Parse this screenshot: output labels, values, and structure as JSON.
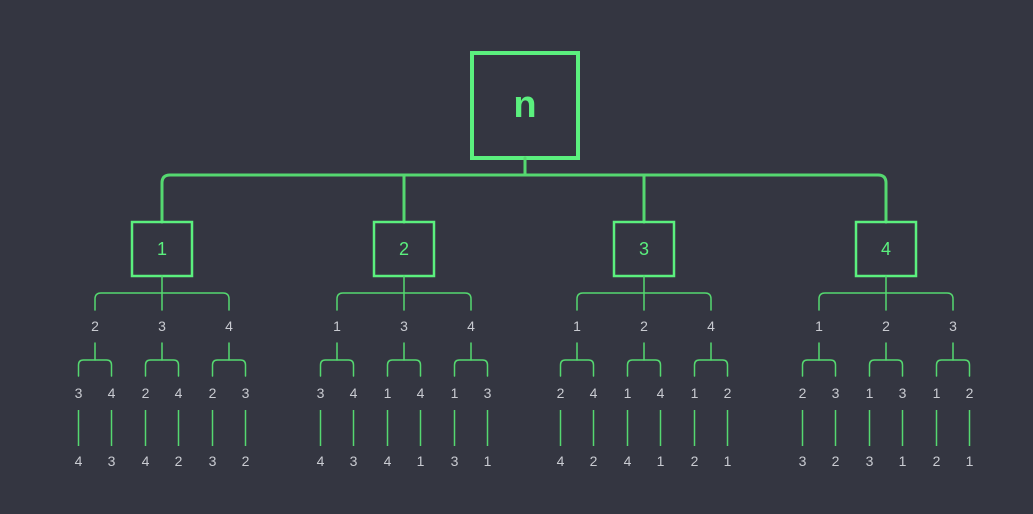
{
  "colors": {
    "background": "#343641",
    "green": "#5BF07E",
    "green_line": "#55D870",
    "label": "#C9CBD1"
  },
  "tree": {
    "root": "n",
    "children": [
      {
        "label": "1",
        "children": [
          {
            "label": "2",
            "children": [
              {
                "label": "3",
                "leaf": "4"
              },
              {
                "label": "4",
                "leaf": "3"
              }
            ]
          },
          {
            "label": "3",
            "children": [
              {
                "label": "2",
                "leaf": "4"
              },
              {
                "label": "4",
                "leaf": "2"
              }
            ]
          },
          {
            "label": "4",
            "children": [
              {
                "label": "2",
                "leaf": "3"
              },
              {
                "label": "3",
                "leaf": "2"
              }
            ]
          }
        ]
      },
      {
        "label": "2",
        "children": [
          {
            "label": "1",
            "children": [
              {
                "label": "3",
                "leaf": "4"
              },
              {
                "label": "4",
                "leaf": "3"
              }
            ]
          },
          {
            "label": "3",
            "children": [
              {
                "label": "1",
                "leaf": "4"
              },
              {
                "label": "4",
                "leaf": "1"
              }
            ]
          },
          {
            "label": "4",
            "children": [
              {
                "label": "1",
                "leaf": "3"
              },
              {
                "label": "3",
                "leaf": "1"
              }
            ]
          }
        ]
      },
      {
        "label": "3",
        "children": [
          {
            "label": "1",
            "children": [
              {
                "label": "2",
                "leaf": "4"
              },
              {
                "label": "4",
                "leaf": "2"
              }
            ]
          },
          {
            "label": "2",
            "children": [
              {
                "label": "1",
                "leaf": "4"
              },
              {
                "label": "4",
                "leaf": "1"
              }
            ]
          },
          {
            "label": "4",
            "children": [
              {
                "label": "1",
                "leaf": "2"
              },
              {
                "label": "2",
                "leaf": "1"
              }
            ]
          }
        ]
      },
      {
        "label": "4",
        "children": [
          {
            "label": "1",
            "children": [
              {
                "label": "2",
                "leaf": "3"
              },
              {
                "label": "3",
                "leaf": "2"
              }
            ]
          },
          {
            "label": "2",
            "children": [
              {
                "label": "1",
                "leaf": "3"
              },
              {
                "label": "3",
                "leaf": "1"
              }
            ]
          },
          {
            "label": "3",
            "children": [
              {
                "label": "1",
                "leaf": "2"
              },
              {
                "label": "2",
                "leaf": "1"
              }
            ]
          }
        ]
      }
    ]
  }
}
